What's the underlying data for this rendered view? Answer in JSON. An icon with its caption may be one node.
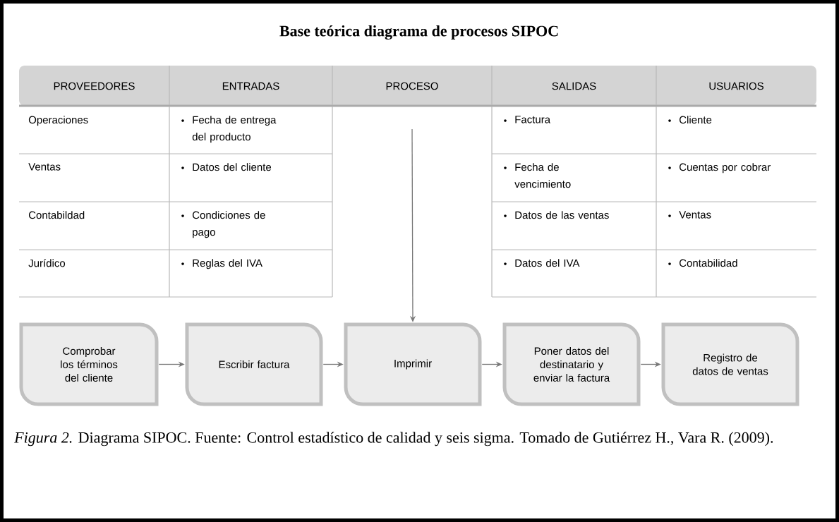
{
  "diagram": {
    "title": "Base teórica diagrama de procesos SIPOC",
    "nodes": [
      {
        "text": [
          "Comprobar los términos del cliente"
        ]
      },
      {
        "text": [
          "Escribir factura"
        ]
      },
      {
        "text": [
          "Imprimir"
        ]
      },
      {
        "text": [
          "Poner datos del destinatario y enviar la factura"
        ]
      },
      {
        "text": [
          "Registro de datos de ventas"
        ]
      }
    ],
    "edges": [
      {
        "from": null,
        "to": 2,
        "arrow": "to"
      },
      {
        "from": 0,
        "to": 1,
        "arrow": "to"
      },
      {
        "from": 1,
        "to": 2,
        "arrow": "to"
      },
      {
        "from": 2,
        "to": 3,
        "arrow": "to"
      },
      {
        "from": 3,
        "to": 4,
        "arrow": "to"
      }
    ],
    "labels": [
      "PROVEEDORES",
      "ENTRADAS",
      "PROCESO",
      "SALIDAS",
      "USUARIOS",
      "Operaciones",
      "Fecha de entrega del producto",
      "Factura",
      "Cliente",
      "Ventas",
      "Datos del cliente",
      "Fecha de vencimiento",
      "Cuentas por cobrar",
      "Contabildad",
      "Condiciones de pago",
      "Datos de las ventas",
      "Ventas",
      "Jurídico",
      "Reglas del IVA",
      "Datos del IVA",
      "Contabilidad"
    ],
    "caption": "*Figura 2.* Diagrama SIPOC. Fuente: Control estadístico de calidad y seis sigma. Tomado de Gutiérrez H., Vara R. (2009)."
  }
}
